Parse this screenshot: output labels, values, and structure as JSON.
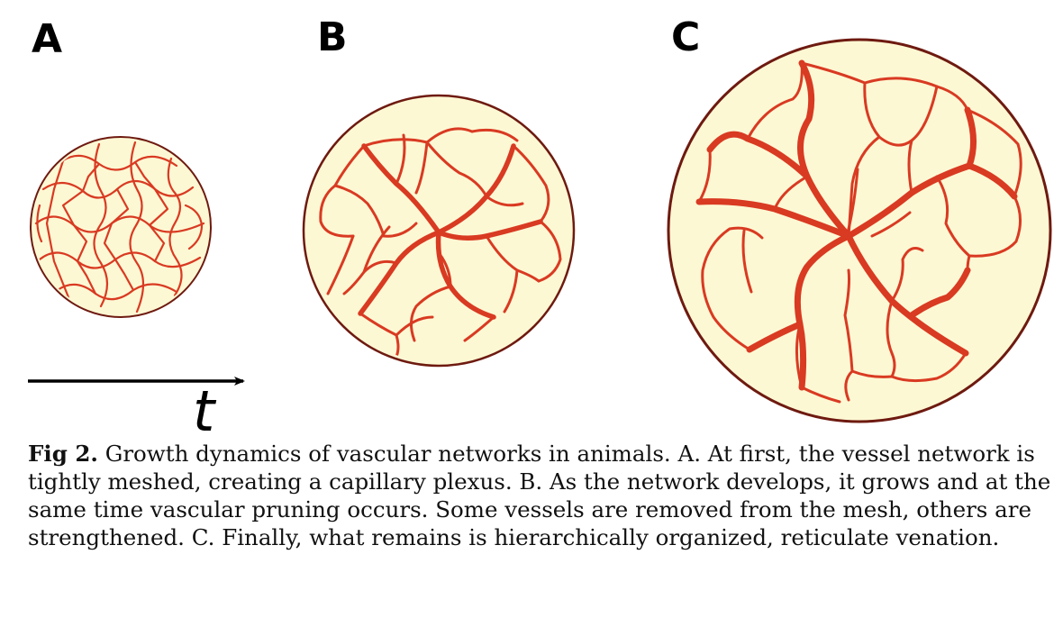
{
  "figure": {
    "panels": [
      {
        "id": "A",
        "label": "A"
      },
      {
        "id": "B",
        "label": "B"
      },
      {
        "id": "C",
        "label": "C"
      }
    ],
    "time_axis_label": "t",
    "colors": {
      "disc_fill": "#fdf8d4",
      "disc_border": "#6e1a10",
      "vessel": "#d93a22"
    }
  },
  "caption": {
    "label": "Fig 2.",
    "text": "Growth dynamics of vascular networks in animals. A. At first, the vessel network is tightly meshed, creating a capillary plexus. B. As the network develops, it grows and at the same time vascular pruning occurs. Some vessels are removed from the mesh, others are strengthened. C. Finally, what remains is hierarchically organized, reticulate venation."
  }
}
